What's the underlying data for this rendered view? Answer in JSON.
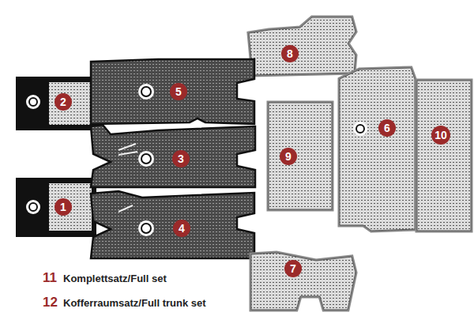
{
  "diagram": {
    "nodes": [
      {
        "text": [
          "8"
        ]
      },
      {
        "text": [
          "2"
        ]
      },
      {
        "text": [
          "5"
        ]
      },
      {
        "text": [
          "3"
        ]
      },
      {
        "text": [
          "9"
        ]
      },
      {
        "text": [
          "6"
        ]
      },
      {
        "text": [
          "10"
        ]
      },
      {
        "text": [
          "1"
        ]
      },
      {
        "text": [
          "4"
        ]
      },
      {
        "text": [
          "7"
        ]
      }
    ],
    "labels": [
      "11",
      "Komplettsatz/Full set",
      "12",
      "Kofferraumsatz/Full trunk set"
    ]
  }
}
